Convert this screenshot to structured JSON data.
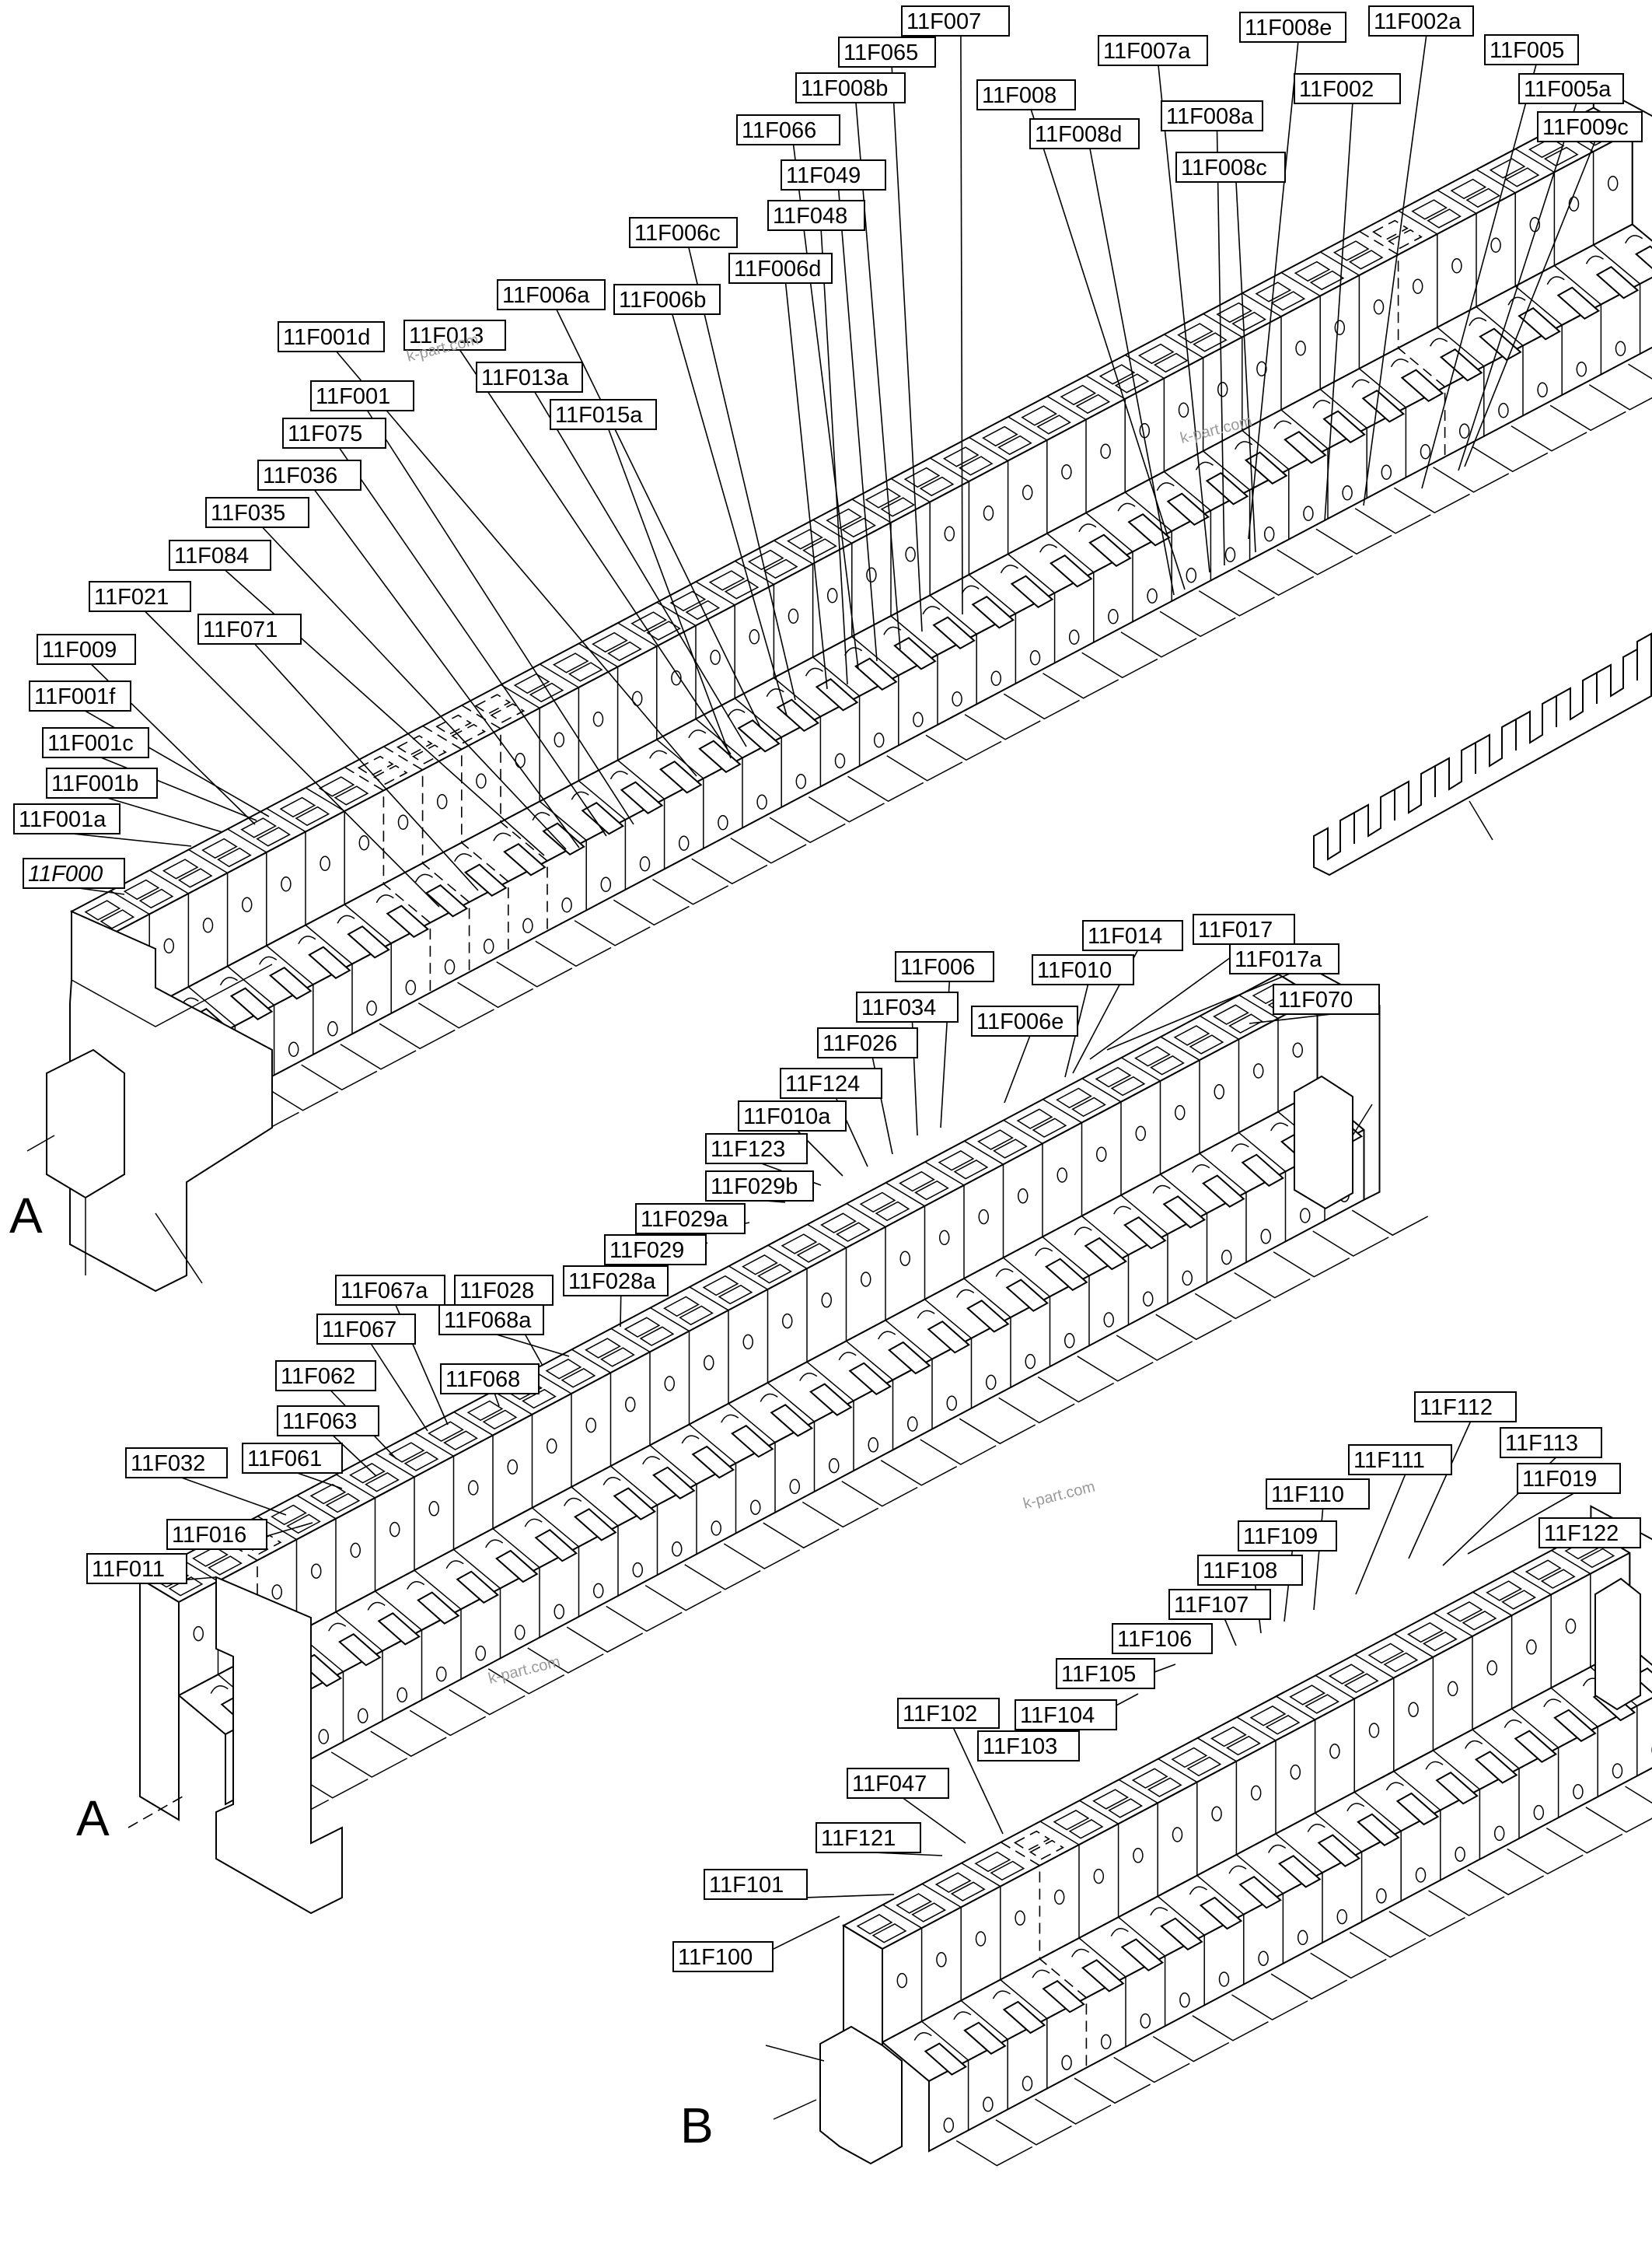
{
  "sections": {
    "top": {
      "letter": "A"
    },
    "middle": {
      "letter": "A"
    },
    "bottom": {
      "letter": "B"
    }
  },
  "watermark": "k-part.com",
  "labels": {
    "top": [
      "11F007",
      "11F065",
      "11F008b",
      "11F066",
      "11F049",
      "11F048",
      "11F006c",
      "11F006d",
      "11F006a",
      "11F006b",
      "11F001d",
      "11F013",
      "11F013a",
      "11F015a",
      "11F001",
      "11F075",
      "11F036",
      "11F035",
      "11F084",
      "11F021",
      "11F071",
      "11F009",
      "11F001f",
      "11F001c",
      "11F001b",
      "11F001a",
      "11F000",
      "11F008",
      "11F007a",
      "11F008e",
      "11F002a",
      "11F008a",
      "11F002",
      "11F005",
      "11F005a",
      "11F008d",
      "11F008c",
      "11F009c"
    ],
    "middle": [
      "11F014",
      "11F017",
      "11F006",
      "11F010",
      "11F017a",
      "11F070",
      "11F034",
      "11F006e",
      "11F026",
      "11F124",
      "11F010a",
      "11F123",
      "11F029b",
      "11F029a",
      "11F029",
      "11F067a",
      "11F028",
      "11F028a",
      "11F067",
      "11F068a",
      "11F062",
      "11F068",
      "11F063",
      "11F032",
      "11F061",
      "11F016",
      "11F011"
    ],
    "bottom": [
      "11F112",
      "11F113",
      "11F111",
      "11F019",
      "11F110",
      "11F122",
      "11F109",
      "11F108",
      "11F107",
      "11F106",
      "11F105",
      "11F102",
      "11F104",
      "11F103",
      "11F047",
      "11F121",
      "11F101",
      "11F100"
    ]
  },
  "colors": {
    "line": "#000000",
    "background": "#ffffff",
    "watermark": "#9a9a9a"
  }
}
